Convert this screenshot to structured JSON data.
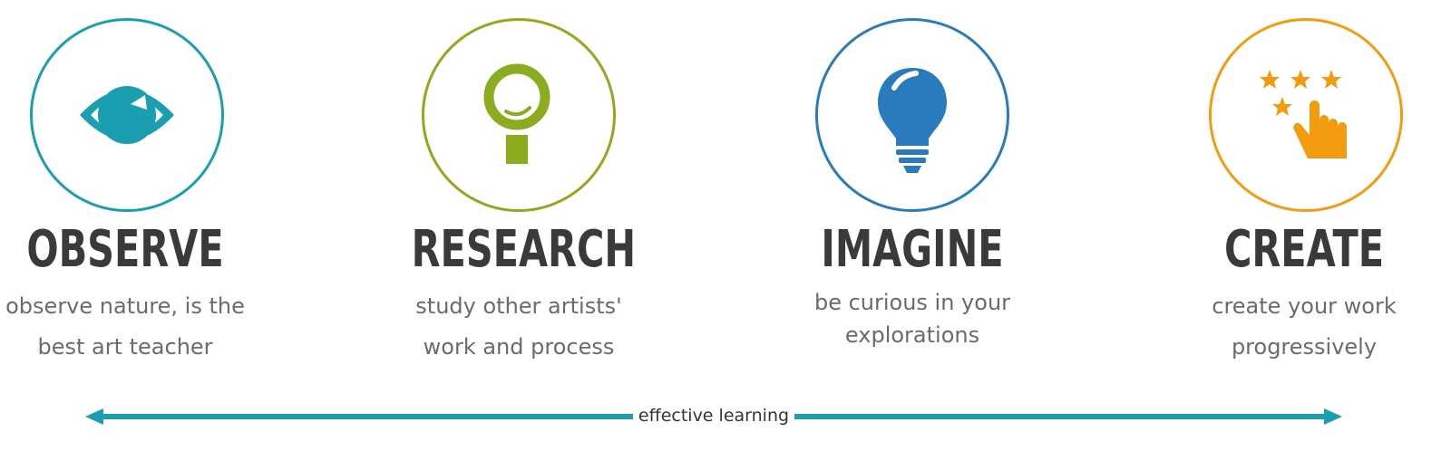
{
  "steps": [
    {
      "title": "OBSERVE",
      "lines": [
        "observe nature, is the",
        "best art teacher"
      ],
      "color": "#1a9fb1",
      "icon": "eye-icon"
    },
    {
      "title": "RESEARCH",
      "lines": [
        "study other artists'",
        "work and process"
      ],
      "color": "#8aac1e",
      "icon": "magnifier-icon"
    },
    {
      "title": "IMAGINE",
      "lines": [
        "be curious in your",
        "explorations"
      ],
      "color": "#2a7bbd",
      "icon": "lightbulb-icon"
    },
    {
      "title": "CREATE",
      "lines": [
        "create your work",
        "progressively"
      ],
      "color": "#f29b0e",
      "icon": "stars-hand-icon"
    }
  ],
  "arrow": {
    "label": "effective learning",
    "color": "#1a9fb1"
  },
  "colors": {
    "title": "#3a3a3a",
    "desc": "#6b6b6b"
  }
}
